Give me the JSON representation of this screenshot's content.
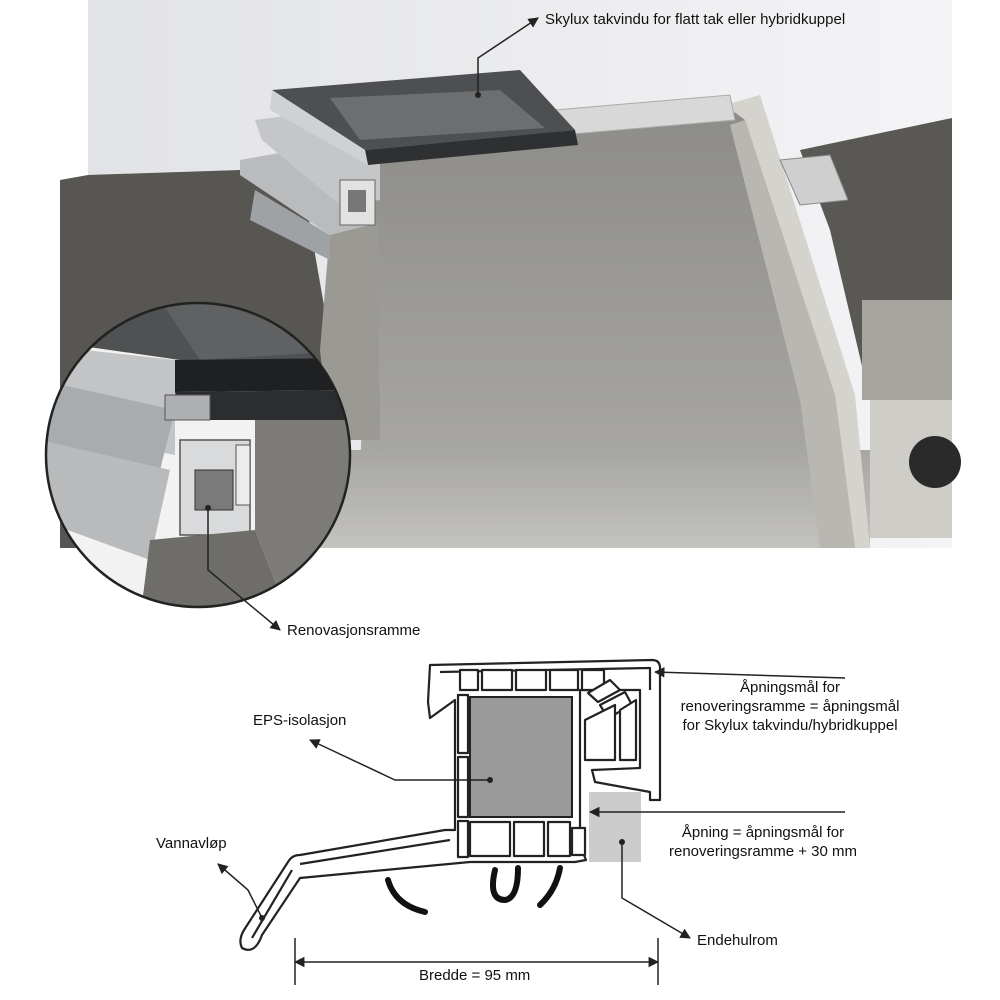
{
  "labels": {
    "skylux": "Skylux takvindu for flatt tak eller hybridkuppel",
    "renovasjonsramme": "Renovasjonsramme",
    "eps": "EPS-isolasjon",
    "aapningsmaal_line1": "Åpningsmål for",
    "aapningsmaal_line2": "renoveringsramme = åpningsmål",
    "aapningsmaal_line3": "for Skylux takvindu/hybridkuppel",
    "vannavloep": "Vannavløp",
    "aapning_line1": "Åpning = åpningsmål for",
    "aapning_line2": "renoveringsramme + 30 mm",
    "endehulrom": "Endehulrom",
    "bredde": "Bredde = 95 mm"
  },
  "colors": {
    "concrete": "#5a5955",
    "concrete_dark": "#4a4946",
    "wall_light": "#c9c8c3",
    "wall_shadow": "#9e9d98",
    "frame_grey": "#8f9193",
    "glass": "#4c4e50",
    "eps_fill": "#9a9a9a",
    "cavity_fill": "#cccccc",
    "line": "#222222"
  }
}
